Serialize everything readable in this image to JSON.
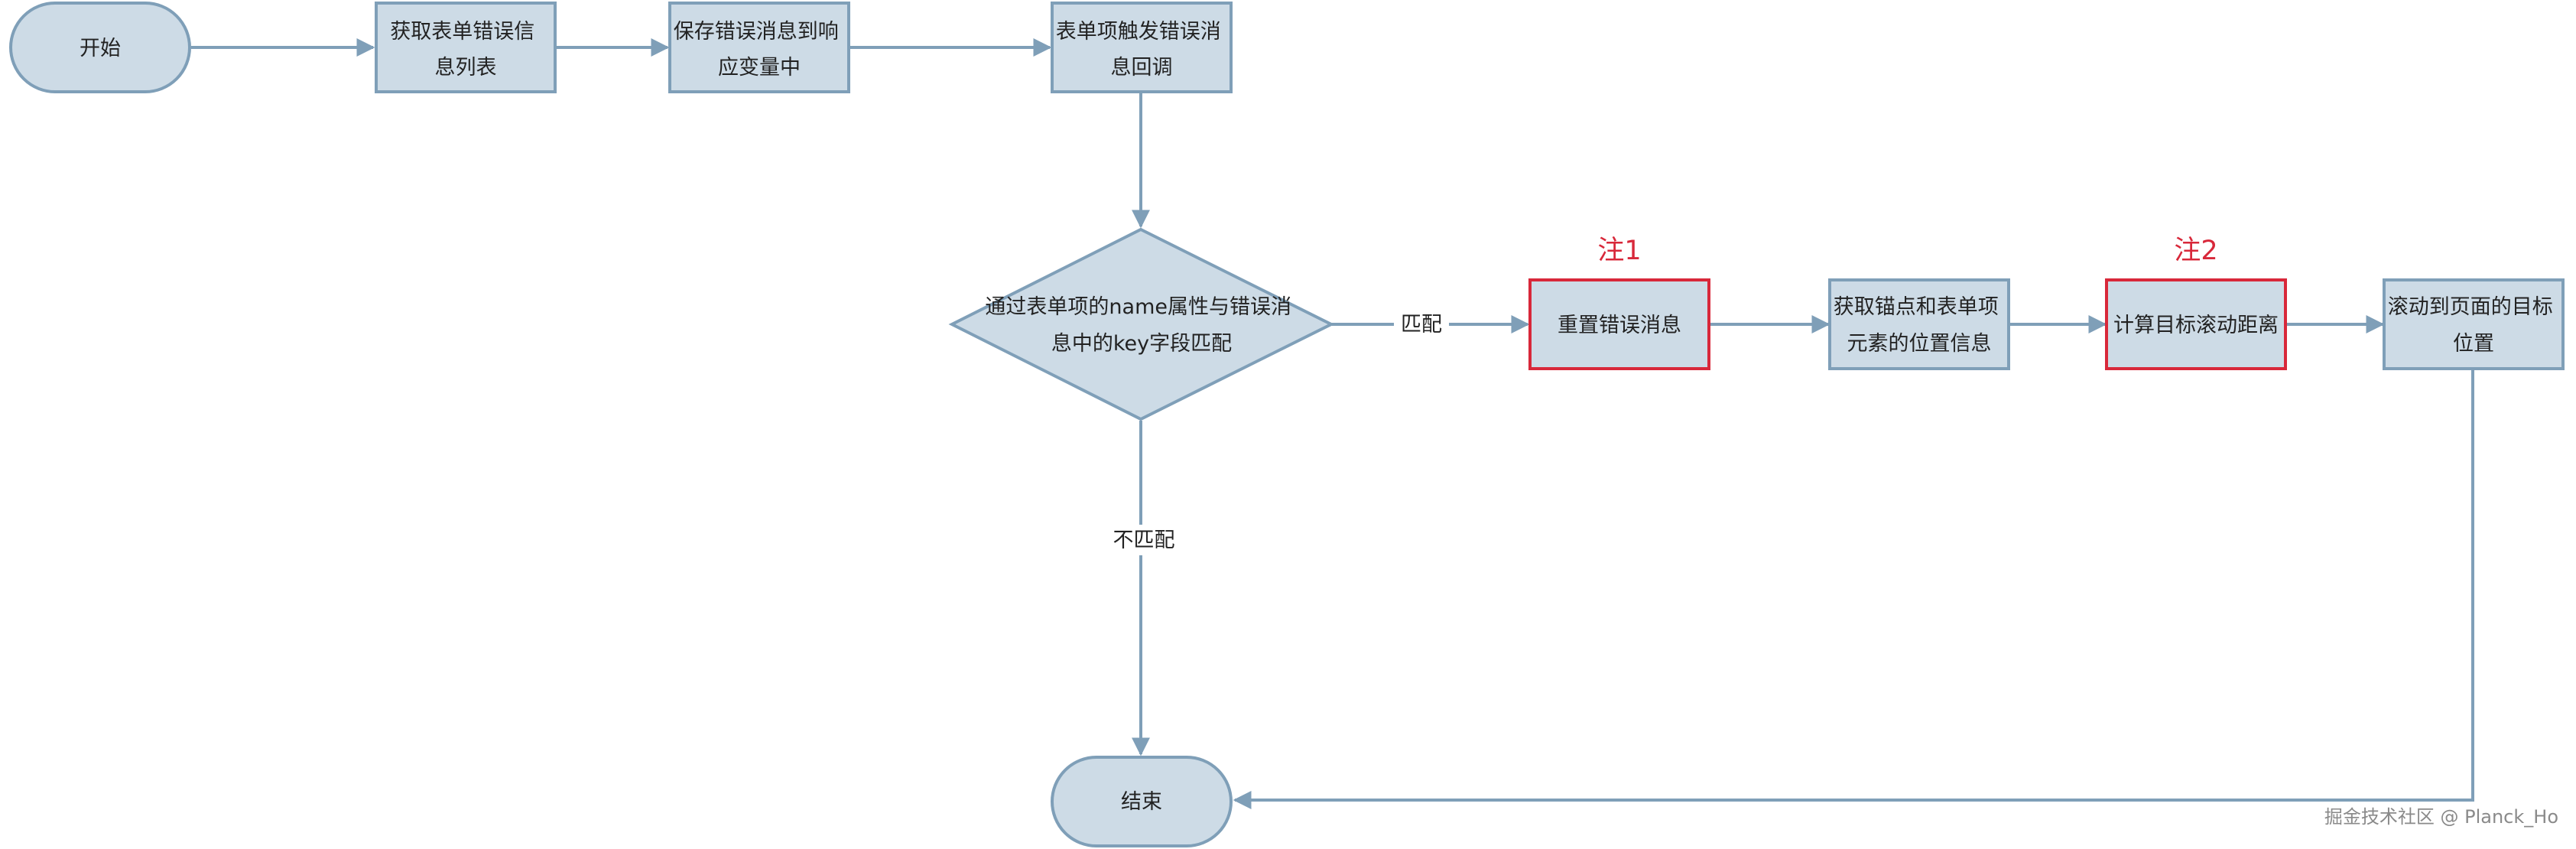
{
  "nodes": {
    "start": "开始",
    "get_errors": [
      "获取表单错误信",
      "息列表"
    ],
    "save_errors": [
      "保存错误消息到响",
      "应变量中"
    ],
    "trigger_callback": [
      "表单项触发错误消",
      "息回调"
    ],
    "match_decision": [
      "通过表单项的name属性与错误消",
      "息中的key字段匹配"
    ],
    "reset_message": "重置错误消息",
    "get_position": [
      "获取锚点和表单项",
      "元素的位置信息"
    ],
    "calc_distance": "计算目标滚动距离",
    "scroll_target": [
      "滚动到页面的目标",
      "位置"
    ],
    "end": "结束"
  },
  "edge_labels": {
    "match": "匹配",
    "no_match": "不匹配"
  },
  "notes": {
    "note1": "注1",
    "note2": "注2"
  },
  "watermark": "掘金技术社区 @ Planck_Ho",
  "colors": {
    "node_fill": "#cddbe6",
    "node_stroke": "#7f9fb8",
    "highlight_stroke": "#d8283a",
    "note_text": "#d8283a"
  }
}
